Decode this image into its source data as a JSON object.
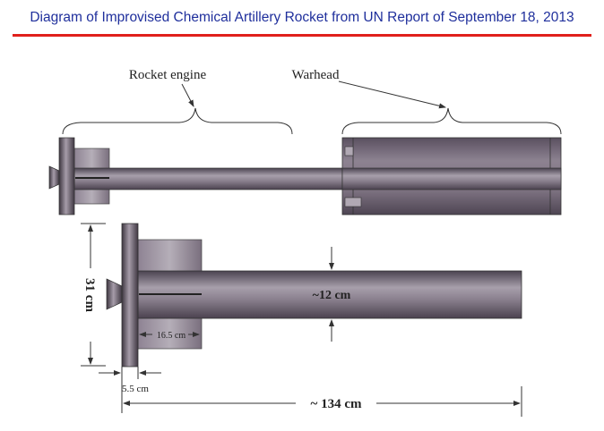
{
  "title": "Diagram of Improvised Chemical Artillery Rocket from UN Report of September 18, 2013",
  "labels": {
    "rocket_engine": "Rocket engine",
    "warhead": "Warhead",
    "height": "31 cm",
    "diameter": "~12 cm",
    "engine_block": "16.5 cm",
    "flange": "5.5 cm",
    "length": "~ 134 cm"
  },
  "colors": {
    "title": "#1f2f9c",
    "rule": "#e0201c",
    "metal": "#6e6470"
  }
}
